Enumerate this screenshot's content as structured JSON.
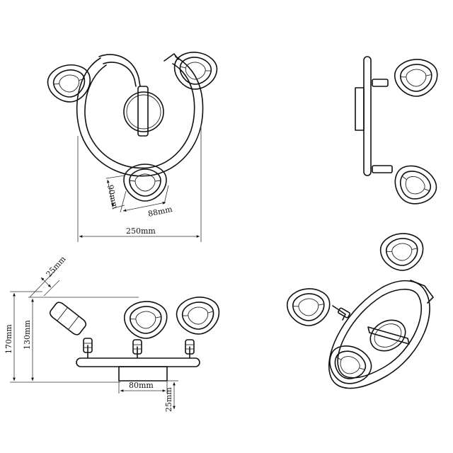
{
  "dimensions": {
    "front_width": "250mm",
    "head_width": "88mm",
    "head_height": "90mm",
    "side_head_depth": "25mm",
    "side_total_height": "170mm",
    "side_arm_height": "130mm",
    "side_base_width": "80mm",
    "side_base_depth": "25mm"
  },
  "colors": {
    "line": "#111111",
    "background": "#ffffff"
  }
}
